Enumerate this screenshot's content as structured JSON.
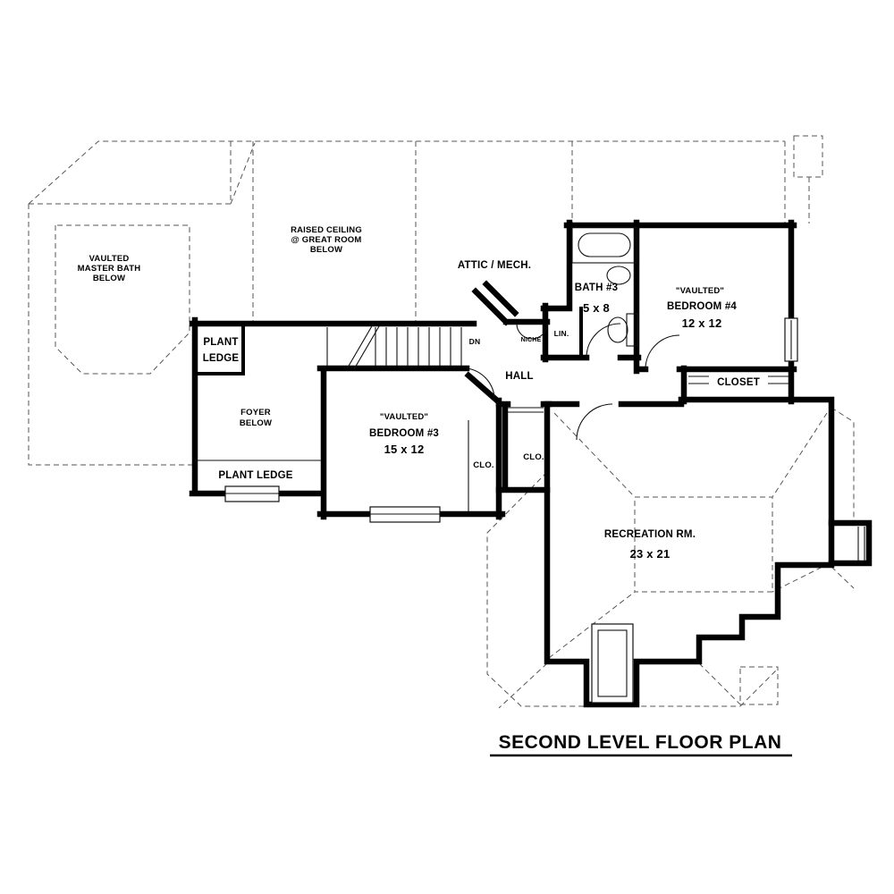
{
  "title": "SECOND LEVEL FLOOR PLAN",
  "labels": {
    "master_bath": [
      "VAULTED",
      "MASTER BATH",
      "BELOW"
    ],
    "raised_ceiling": [
      "RAISED CEILING",
      "@ GREAT ROOM",
      "BELOW"
    ],
    "attic_mech": "ATTIC / MECH.",
    "bath3_name": "BATH #3",
    "bath3_dims": "5 x 8",
    "bedroom4_vaulted": "\"VAULTED\"",
    "bedroom4_name": "BEDROOM #4",
    "bedroom4_dims": "12 x 12",
    "plant_ledge_upper": [
      "PLANT",
      "LEDGE"
    ],
    "niche": "NICHE",
    "linen": "LIN.",
    "stairs_dn": "DN",
    "hall": "HALL",
    "closet": "CLOSET",
    "foyer": [
      "FOYER",
      "BELOW"
    ],
    "bedroom3_vaulted": "\"VAULTED\"",
    "bedroom3_name": "BEDROOM #3",
    "bedroom3_dims": "15 x 12",
    "clo_left": "CLO.",
    "clo_right": "CLO.",
    "plant_ledge_lower": "PLANT LEDGE",
    "recreation_name": "RECREATION RM.",
    "recreation_dims": "23 x 21"
  },
  "colors": {
    "wall": "#000000",
    "dashed_line": "#555555",
    "background": "#ffffff"
  }
}
